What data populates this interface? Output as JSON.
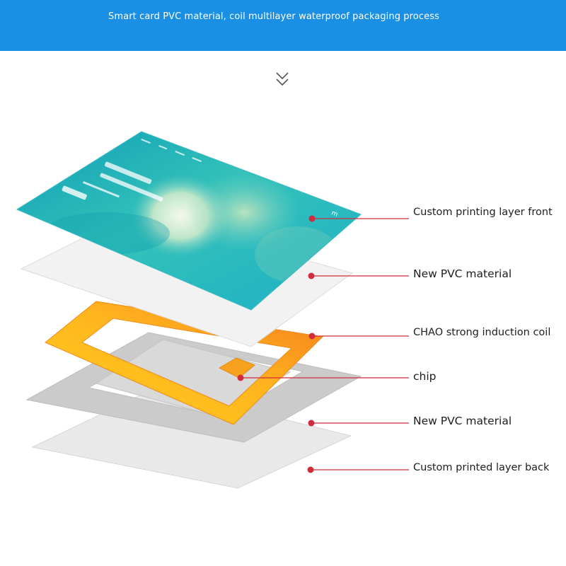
{
  "banner": {
    "title": "Smart card PVC material, coil multilayer waterproof packaging process"
  },
  "icons": {
    "scroll": "double-chevron-down-icon"
  },
  "card_front": {
    "print_mark": "m"
  },
  "layers": [
    {
      "label": "Custom printing layer front"
    },
    {
      "label": "New PVC material"
    },
    {
      "label": "CHAO strong induction coil"
    },
    {
      "label": "chip"
    },
    {
      "label": "New PVC material"
    },
    {
      "label": "Custom printed layer back"
    }
  ],
  "colors": {
    "banner": "#1a8fe3",
    "callout_line": "#d12c3c",
    "coil_start": "#ffd21f",
    "coil_end": "#f47a1e",
    "card_teal": "#14aabb"
  }
}
